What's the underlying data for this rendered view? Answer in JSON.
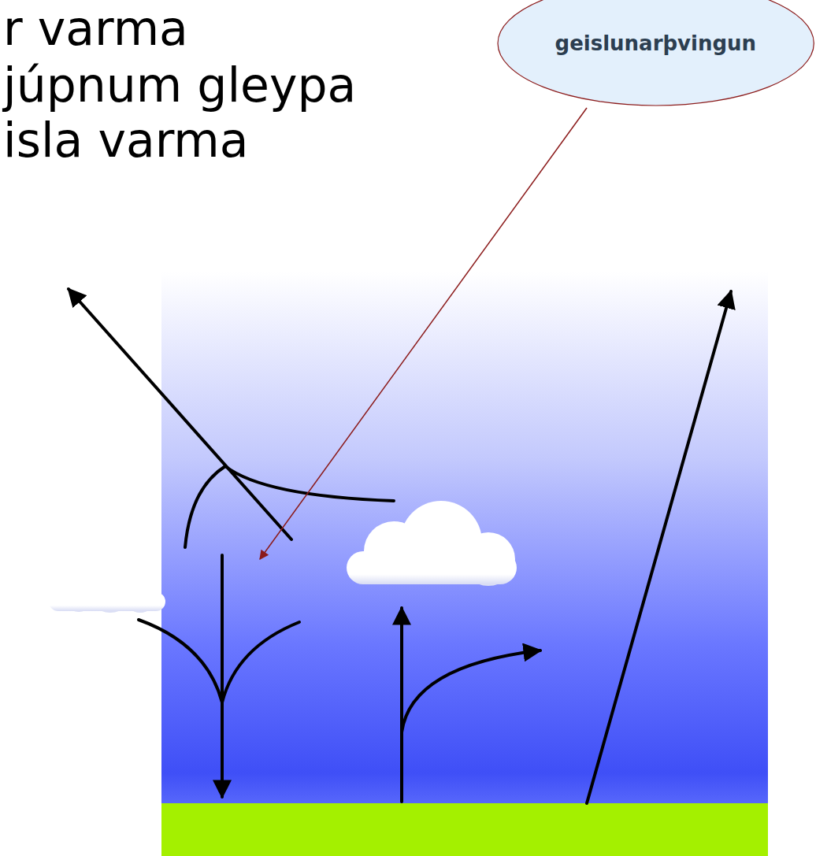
{
  "diagram": {
    "nodes": [
      {
        "text": [
          "geislunarþvingun"
        ]
      }
    ],
    "labels": [
      "r varma",
      "júpnum gleypa",
      "isla varma"
    ]
  }
}
